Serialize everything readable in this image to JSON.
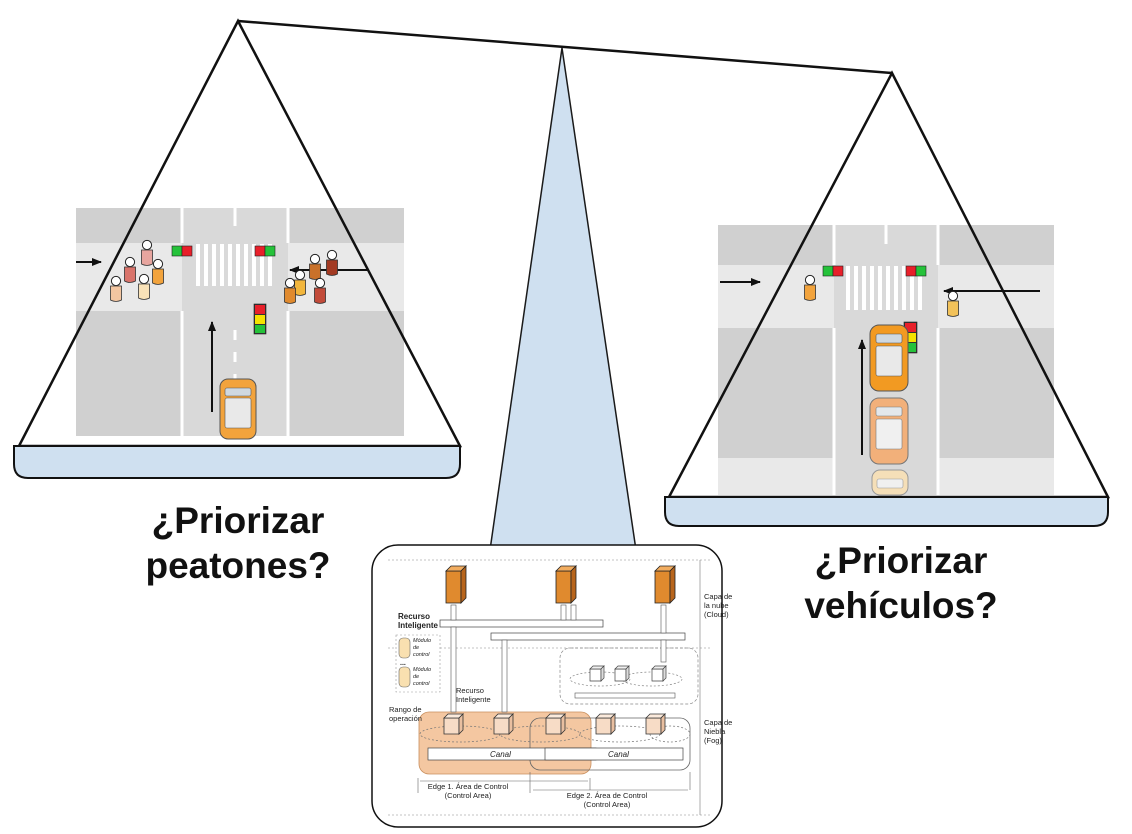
{
  "left_scale": {
    "question_line1": "¿Priorizar",
    "question_line2": "peatones?"
  },
  "right_scale": {
    "question_line1": "¿Priorizar",
    "question_line2": "vehículos?"
  },
  "architecture": {
    "cloud_layer": {
      "line1": "Capa de",
      "line2": "la nube",
      "line3": "(Cloud)"
    },
    "fog_layer": {
      "line1": "Capa de",
      "line2": "Niebla",
      "line3": "(Fog)"
    },
    "legend_title_line1": "Recurso",
    "legend_title_line2": "Inteligente",
    "module_1": {
      "line1": "Módulo",
      "line2": "de",
      "line3": "control"
    },
    "module_ellipsis": "...",
    "module_2": {
      "line1": "Módulo",
      "line2": "de",
      "line3": "control"
    },
    "resource_label_line1": "Recurso",
    "resource_label_line2": "Inteligente",
    "range_label_line1": "Rango de",
    "range_label_line2": "operación",
    "canal_1": "Canal",
    "canal_2": "Canal",
    "edge1_line1": "Edge 1. Área de Control",
    "edge1_line2": "(Control Area)",
    "edge2_line1": "Edge 2. Área de Control",
    "edge2_line2": "(Control Area)"
  },
  "colors": {
    "pan_fill": "#cfe0f0",
    "pillar_fill": "#cfe0f0",
    "cube_orange": "#e08a2e",
    "cube_light": "#f7dcc6",
    "area_orange": "#f4c7a1",
    "car_orange": "#f2a33c",
    "light_red": "#e8202a",
    "light_yellow": "#f5e200",
    "light_green": "#25c23a"
  }
}
